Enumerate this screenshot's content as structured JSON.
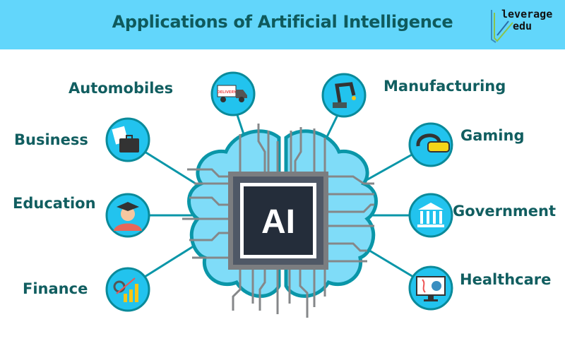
{
  "header": {
    "title": "Applications of Artificial Intelligence",
    "logo": {
      "line1": "leverage",
      "line2": "edu"
    }
  },
  "center": {
    "chip_label": "AI"
  },
  "applications": [
    {
      "label": "Automobiles",
      "icon": "delivery-truck-icon",
      "icon_text": "DELIVERY"
    },
    {
      "label": "Manufacturing",
      "icon": "robot-arm-icon"
    },
    {
      "label": "Business",
      "icon": "briefcase-icon"
    },
    {
      "label": "Gaming",
      "icon": "vr-headset-icon"
    },
    {
      "label": "Education",
      "icon": "graduate-icon"
    },
    {
      "label": "Government",
      "icon": "government-building-icon"
    },
    {
      "label": "Finance",
      "icon": "growth-chart-icon"
    },
    {
      "label": "Healthcare",
      "icon": "medical-monitor-icon"
    }
  ],
  "colors": {
    "header_bg": "#62d6fb",
    "title": "#0f5a5c",
    "circle": "#22c3ee",
    "circle_stroke": "#0a8a9a",
    "brain": "#7fdcf8",
    "brain_stroke": "#0a96a8",
    "chip_outer": "#7b7d80",
    "chip_inner": "#242d3a",
    "trace": "#858789"
  }
}
